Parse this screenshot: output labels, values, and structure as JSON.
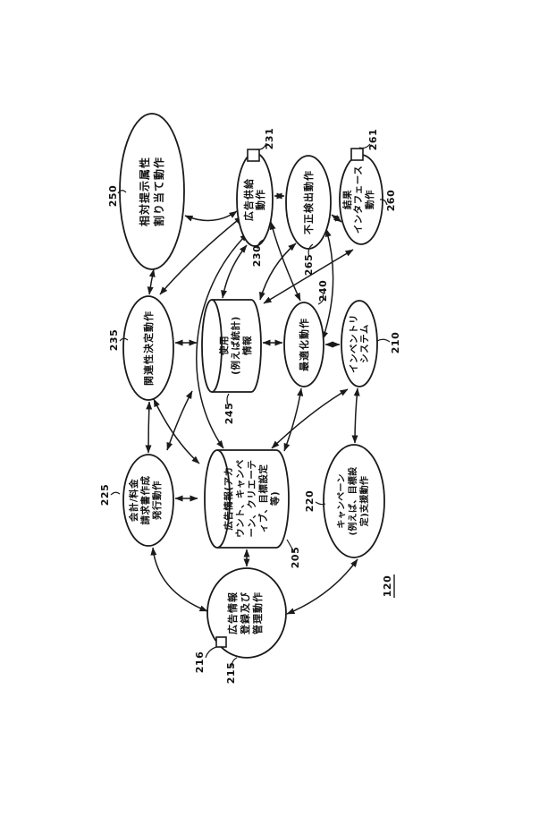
{
  "figure": {
    "ref_label": "120",
    "colors": {
      "ink": "#1a1a1a",
      "background": "#ffffff"
    },
    "nodes": {
      "n205": {
        "ref": "205",
        "shape": "cylinder",
        "lines": [
          "広告情報(アカ",
          "ウント、キャンペ",
          "ーン、クリエーテ",
          "ィブ、目標設定",
          "等)"
        ]
      },
      "n210": {
        "ref": "210",
        "shape": "ellipse",
        "lines": [
          "インベントリ",
          "システム"
        ]
      },
      "n215": {
        "ref": "215",
        "shape": "ellipse",
        "lines": [
          "広告情報",
          "登録及び",
          "管理動作"
        ]
      },
      "n220": {
        "ref": "220",
        "shape": "ellipse",
        "lines": [
          "キャンペーン",
          "(例えば、目標設",
          "定)支援動作"
        ]
      },
      "n225": {
        "ref": "225",
        "shape": "ellipse",
        "lines": [
          "会計/料金",
          "請求書作成",
          "発行動作"
        ]
      },
      "n230": {
        "ref": "230",
        "shape": "ellipse",
        "lines": [
          "広告供給",
          "動作"
        ]
      },
      "n235": {
        "ref": "235",
        "shape": "ellipse",
        "lines": [
          "関連性決定動作"
        ]
      },
      "n240": {
        "ref": "240",
        "shape": "ellipse",
        "lines": [
          "最適化動作"
        ]
      },
      "n245": {
        "ref": "245",
        "shape": "cylinder",
        "lines": [
          "使用",
          "(例えば統計)",
          "情報"
        ]
      },
      "n250": {
        "ref": "250",
        "shape": "ellipse",
        "lines": [
          "相対提示属性",
          "割り当て動作"
        ]
      },
      "n260": {
        "ref": "260",
        "shape": "ellipse",
        "lines": [
          "結果",
          "インタフェース",
          "動作"
        ]
      },
      "n265": {
        "ref": "265",
        "shape": "ellipse",
        "lines": [
          "不正検出動作"
        ]
      }
    },
    "ports": {
      "p216": {
        "ref": "216"
      },
      "p231": {
        "ref": "231"
      },
      "p261": {
        "ref": "261"
      }
    }
  }
}
